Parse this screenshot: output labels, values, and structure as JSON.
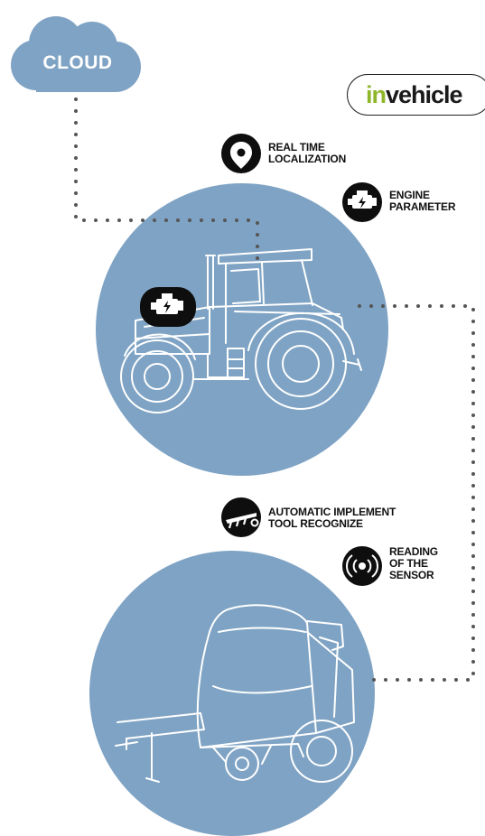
{
  "cloud": {
    "label": "CLOUD"
  },
  "brand": {
    "prefix": "in",
    "suffix": "vehicle"
  },
  "features": {
    "localization": {
      "line1": "REAL TIME",
      "line2": "LOCALIZATION",
      "icon": "map-pin-icon"
    },
    "engine": {
      "line1": "ENGINE",
      "line2": "PARAMETER",
      "icon": "engine-icon"
    },
    "implement": {
      "line1": "AUTOMATIC IMPLEMENT",
      "line2": "TOOL RECOGNIZE",
      "icon": "plough-icon"
    },
    "sensor": {
      "line1": "READING",
      "line2": "OF THE",
      "line3": "SENSOR",
      "icon": "signal-icon"
    }
  },
  "colors": {
    "accent": "#7fa3c4",
    "brand_green": "#8fb62a",
    "ink": "#111111",
    "dots": "#555555"
  }
}
